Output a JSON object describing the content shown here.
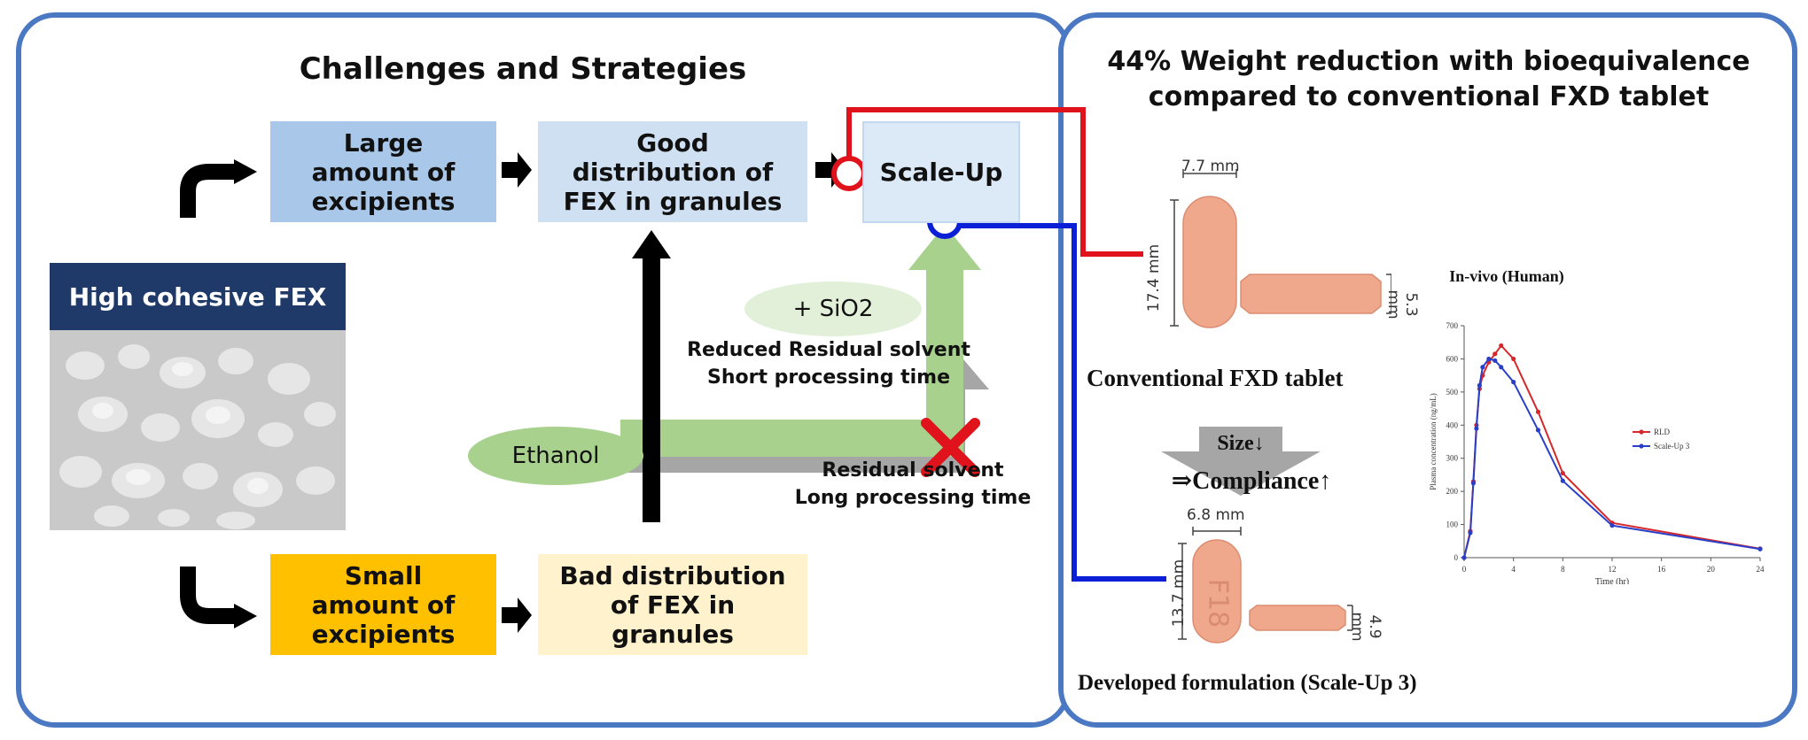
{
  "left_panel": {
    "title": "Challenges and Strategies",
    "large_excipients": "Large amount of excipients",
    "good_distribution": "Good distribution of FEX in granules",
    "scale_up": "Scale-Up",
    "high_cohesive": "High cohesive FEX",
    "sio2": "+ SiO2",
    "reduced_solvent": "Reduced Residual solvent",
    "short_time": "Short processing time",
    "ethanol": "Ethanol",
    "residual_solvent": "Residual solvent",
    "long_time": "Long processing time",
    "small_excipients": "Small amount of excipients",
    "bad_distribution": "Bad distribution of FEX in granules"
  },
  "right_panel": {
    "title_line1": "44% Weight reduction with bioequivalence",
    "title_line2": "compared to conventional FXD tablet",
    "conv_width": "7.7 mm",
    "conv_length": "17.4 mm",
    "conv_thickness": "5.3 mm",
    "conventional_label": "Conventional FXD tablet",
    "size_arrow": "Size↓",
    "compliance": "⇒Compliance↑",
    "dev_width": "6.8 mm",
    "dev_length": "13.7 mm",
    "dev_thickness": "4.9 mm",
    "tablet_imprint": "F18",
    "developed_label": "Developed formulation (Scale-Up 3)"
  },
  "colors": {
    "panel_border": "#4a78c2",
    "red_link": "#e0121b",
    "blue_link": "#0a1fd6",
    "tablet": "#f0a88c",
    "green_arrow": "#a9d18e",
    "gray_arrow": "#a6a6a6"
  },
  "chart_data": {
    "type": "line",
    "title": "In-vivo (Human)",
    "xlabel": "Time (hr)",
    "ylabel": "Plasma concentration (ng/mL)",
    "xlim": [
      0,
      24
    ],
    "ylim": [
      0,
      700
    ],
    "xticks": [
      "0",
      "4",
      "8",
      "12",
      "16",
      "20",
      "24"
    ],
    "yticks": [
      "0",
      "100",
      "200",
      "300",
      "400",
      "500",
      "600",
      "700"
    ],
    "legend_position": "right",
    "series": [
      {
        "name": "RLD",
        "color": "#d6282b",
        "points": [
          [
            0,
            0
          ],
          [
            0.5,
            80
          ],
          [
            0.75,
            230
          ],
          [
            1,
            400
          ],
          [
            1.25,
            510
          ],
          [
            1.5,
            550
          ],
          [
            2,
            590
          ],
          [
            2.5,
            615
          ],
          [
            3,
            640
          ],
          [
            4,
            600
          ],
          [
            6,
            440
          ],
          [
            8,
            255
          ],
          [
            12,
            105
          ],
          [
            24,
            27
          ]
        ]
      },
      {
        "name": "Scale-Up 3",
        "color": "#2a3fc8",
        "points": [
          [
            0,
            0
          ],
          [
            0.5,
            75
          ],
          [
            0.75,
            225
          ],
          [
            1,
            390
          ],
          [
            1.25,
            520
          ],
          [
            1.5,
            575
          ],
          [
            2,
            600
          ],
          [
            2.5,
            595
          ],
          [
            3,
            575
          ],
          [
            4,
            530
          ],
          [
            6,
            385
          ],
          [
            8,
            232
          ],
          [
            12,
            97
          ],
          [
            24,
            26
          ]
        ]
      }
    ]
  }
}
